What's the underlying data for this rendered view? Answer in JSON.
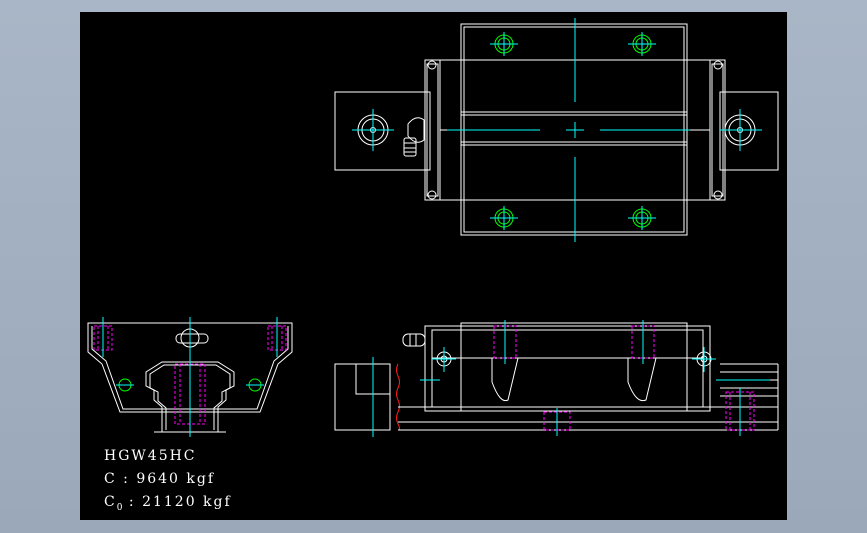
{
  "spec": {
    "model": "HGW45HC",
    "dynamic_label": "C",
    "dynamic_value": ": 9640 kgf",
    "static_label": "C",
    "static_sub": "0",
    "static_value": ": 21120 kgf"
  },
  "colors": {
    "background": "#9fadbf",
    "canvas": "#000000",
    "outline": "#ffffff",
    "centerline": "#00ffff",
    "hidden_line": "#ff00ff",
    "bolt_hole": "#00ff00",
    "break_line": "#ff2020"
  }
}
